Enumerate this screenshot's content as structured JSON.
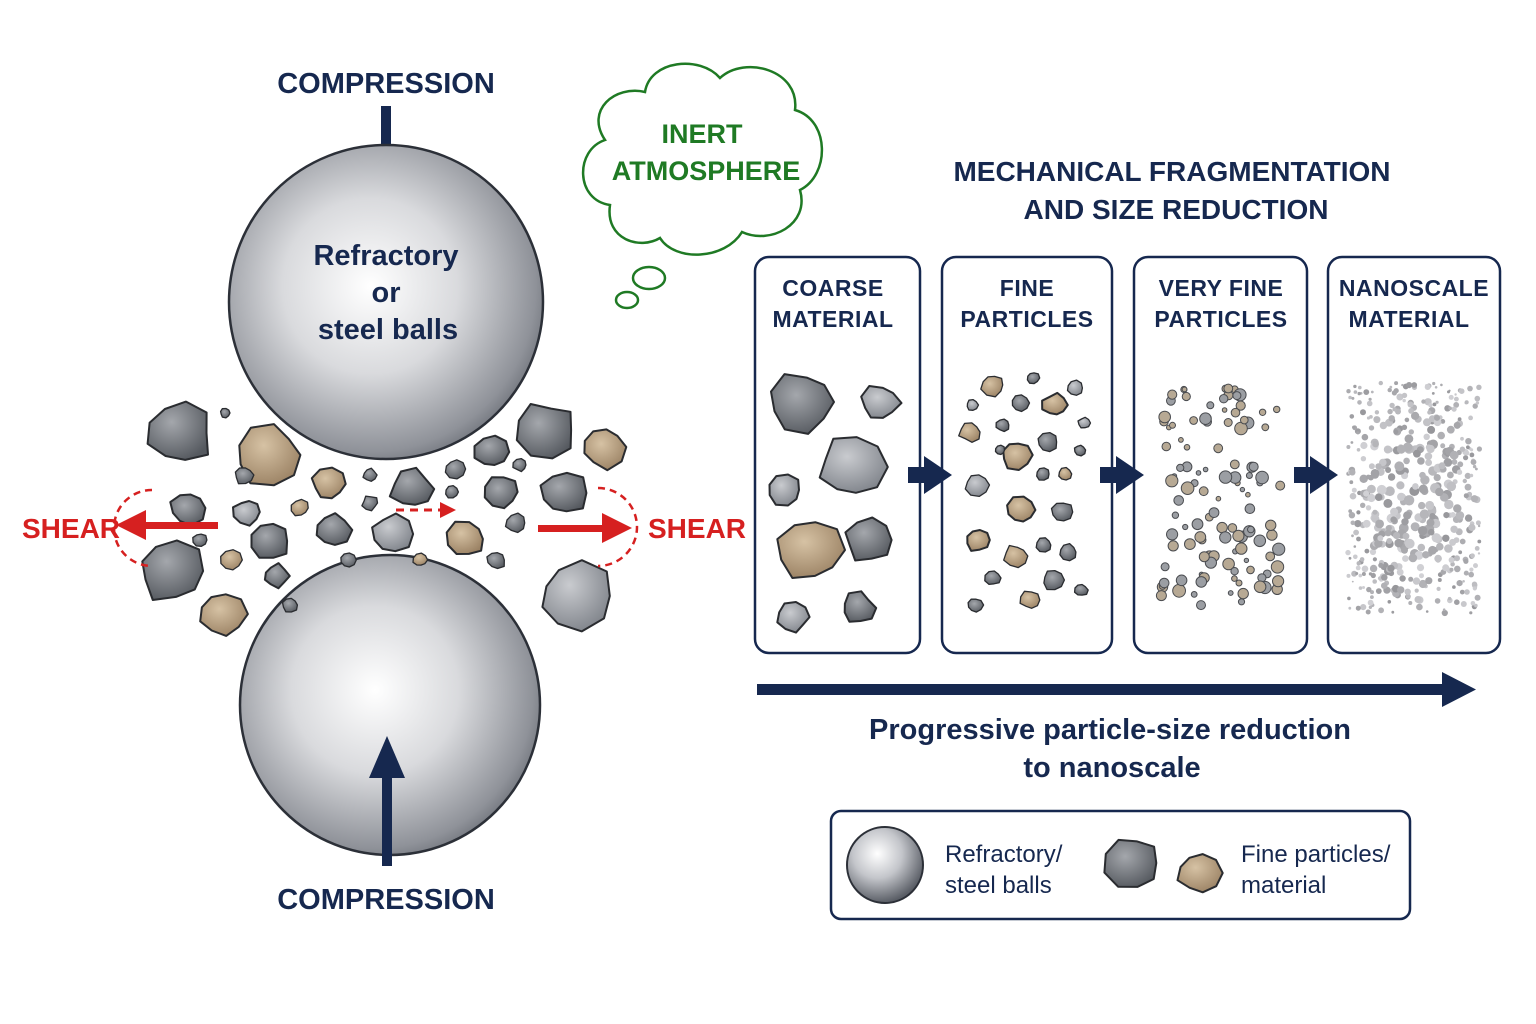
{
  "left": {
    "compression_top": "COMPRESSION",
    "compression_bottom": "COMPRESSION",
    "shear_left": "SHEAR",
    "shear_right": "SHEAR",
    "ball_label": [
      "Refractory",
      "or",
      "steel balls"
    ]
  },
  "cloud": {
    "lines": [
      "INERT",
      "ATMOSPHERE"
    ]
  },
  "process": {
    "title": [
      "MECHANICAL FRAGMENTATION",
      "AND SIZE REDUCTION"
    ],
    "stages": [
      {
        "lines": [
          "COARSE",
          "MATERIAL"
        ]
      },
      {
        "lines": [
          "FINE",
          "PARTICLES"
        ]
      },
      {
        "lines": [
          "VERY FINE",
          "PARTICLES"
        ]
      },
      {
        "lines": [
          "NANOSCALE",
          "MATERIAL"
        ]
      }
    ],
    "caption": [
      "Progressive particle-size reduction",
      "to nanoscale"
    ]
  },
  "legend": {
    "balls": [
      "Refractory/",
      "steel balls"
    ],
    "particles": [
      "Fine particles/",
      "material"
    ]
  },
  "colors": {
    "navy": "#16284f",
    "shear_red": "#d62020",
    "inert_green": "#1f7a24",
    "rock_gray": "#6e7278",
    "rock_tan": "#b39a7b",
    "steel": "#b9bcc2"
  }
}
